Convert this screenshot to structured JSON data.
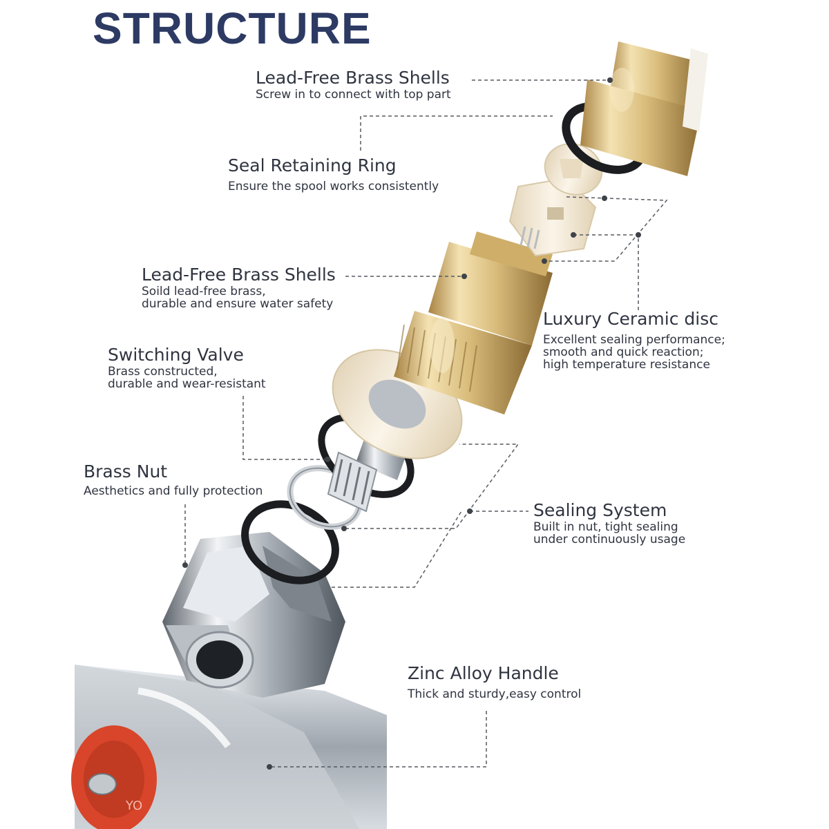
{
  "title": "STRUCTURE",
  "labels": {
    "top_shell": {
      "heading": "Lead-Free Brass Shells",
      "desc": [
        "Screw in to connect with top part"
      ]
    },
    "seal_ring": {
      "heading": "Seal Retaining Ring",
      "desc": [
        "Ensure the spool works consistently"
      ]
    },
    "mid_shell": {
      "heading": "Lead-Free Brass Shells",
      "desc": [
        "Soild lead-free brass,",
        "durable and ensure water safety"
      ]
    },
    "ceramic": {
      "heading": "Luxury Ceramic disc",
      "desc": [
        "Excellent sealing performance;",
        "smooth and quick reaction;",
        "high temperature resistance"
      ]
    },
    "valve": {
      "heading": "Switching Valve",
      "desc": [
        "Brass constructed,",
        "durable and wear-resistant"
      ]
    },
    "nut": {
      "heading": "Brass Nut",
      "desc": [
        "Aesthetics and fully protection"
      ]
    },
    "sealing": {
      "heading": "Sealing System",
      "desc": [
        "Built in nut, tight sealing",
        "under continuously usage"
      ]
    },
    "handle": {
      "heading": "Zinc Alloy Handle",
      "desc": [
        "Thick and sturdy,easy control"
      ]
    }
  },
  "handle_mark": "YO",
  "colors": {
    "title": "#2d3a63",
    "text": "#2f3440",
    "brass": "#d9bd7c",
    "chrome": "#9aa1a8",
    "ceramic": "#f3ead8",
    "handle_red": "#d8452a"
  }
}
